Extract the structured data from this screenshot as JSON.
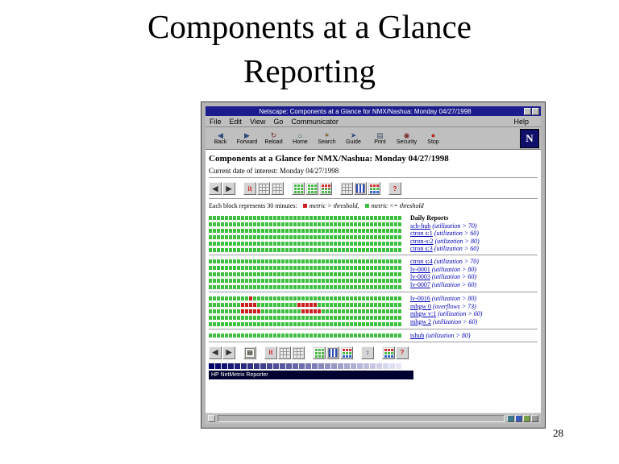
{
  "slide": {
    "title_line1": "Components at a Glance",
    "title_line2": "Reporting",
    "page_number": "28"
  },
  "window": {
    "title": "Netscape: Components at a Glance for NMX/Nashua: Monday 04/27/1998",
    "menu_items": [
      "File",
      "Edit",
      "View",
      "Go",
      "Communicator"
    ],
    "menu_help": "Help",
    "logo_letter": "N",
    "toolbar_buttons": [
      {
        "label": "Back",
        "glyph": "◀",
        "color": "#2d4a7a"
      },
      {
        "label": "Forward",
        "glyph": "▶",
        "color": "#2d4a7a"
      },
      {
        "label": "Reload",
        "glyph": "↻",
        "color": "#7a2d2d"
      },
      {
        "label": "Home",
        "glyph": "⌂",
        "color": "#2d6a3a"
      },
      {
        "label": "Search",
        "glyph": "✶",
        "color": "#7a5a2d"
      },
      {
        "label": "Guide",
        "glyph": "➤",
        "color": "#2d4a7a"
      },
      {
        "label": "Print",
        "glyph": "▤",
        "color": "#44516a"
      },
      {
        "label": "Security",
        "glyph": "◉",
        "color": "#7a2d2d"
      },
      {
        "label": "Stop",
        "glyph": "●",
        "color": "#bb2020"
      }
    ],
    "statusbar_icon_colors": [
      "#3a7a8a",
      "#3a5abb",
      "#7aa04a",
      "#9a9a9a"
    ]
  },
  "page": {
    "heading": "Components at a Glance for NMX/Nashua: Monday 04/27/1998",
    "date_line": "Current date of interest: Monday 04/27/1998",
    "legend_prefix": "Each block represents 30 minutes:",
    "legend_items": [
      {
        "label": "metric > threshold,",
        "color": "#cc2020"
      },
      {
        "label": "metric <= threshold",
        "color": "#3fbf3f"
      }
    ],
    "block_colors": {
      "ok": "#3fbf3f",
      "alert": "#cc2020"
    },
    "icons_top": [
      {
        "name": "prev-day",
        "variant": "arrow",
        "glyph": "◀",
        "color": "#333333"
      },
      {
        "name": "next-day",
        "variant": "arrow",
        "glyph": "▶",
        "color": "#333333"
      },
      {
        "variant": "spacer"
      },
      {
        "name": "today-view",
        "variant": "text",
        "glyph": "it",
        "color": "#cc2020"
      },
      {
        "name": "week-view",
        "variant": "grid-gray"
      },
      {
        "name": "month-view",
        "variant": "grid-gray"
      },
      {
        "variant": "spacer"
      },
      {
        "name": "ok-grid-view",
        "variant": "grid-green"
      },
      {
        "name": "summary-grid-view",
        "variant": "grid-green"
      },
      {
        "name": "alert-grid-view",
        "variant": "grid-red"
      },
      {
        "variant": "spacer"
      },
      {
        "name": "blank-grid-view",
        "variant": "grid-gray"
      },
      {
        "name": "chart-view",
        "variant": "chart"
      },
      {
        "name": "multi-metric-view",
        "variant": "grid-multi"
      },
      {
        "variant": "spacer"
      },
      {
        "name": "help",
        "variant": "text",
        "glyph": "?",
        "color": "#cc2020"
      }
    ],
    "icons_bottom": [
      {
        "name": "prev-day",
        "variant": "arrow",
        "glyph": "◀",
        "color": "#333333"
      },
      {
        "name": "next-day",
        "variant": "arrow",
        "glyph": "▶",
        "color": "#333333"
      },
      {
        "variant": "spacer"
      },
      {
        "name": "report-doc",
        "variant": "doc",
        "glyph": "▤",
        "color": "#444444"
      },
      {
        "variant": "spacer"
      },
      {
        "name": "today-view",
        "variant": "text",
        "glyph": "it",
        "color": "#cc2020"
      },
      {
        "name": "week-view",
        "variant": "grid-gray"
      },
      {
        "name": "month-view",
        "variant": "grid-gray"
      },
      {
        "variant": "spacer"
      },
      {
        "name": "ok-grid-view",
        "variant": "grid-green"
      },
      {
        "name": "chart-view",
        "variant": "chart"
      },
      {
        "name": "multi-metric-view",
        "variant": "grid-multi"
      },
      {
        "variant": "spacer"
      },
      {
        "name": "sort-updown",
        "variant": "text",
        "glyph": "↕",
        "color": "#333399"
      },
      {
        "variant": "spacer"
      },
      {
        "name": "multi-metric-view-2",
        "variant": "grid-multi"
      },
      {
        "name": "help",
        "variant": "text",
        "glyph": "?",
        "color": "#cc2020"
      }
    ],
    "groups": [
      {
        "rows": [
          {
            "blocks": 48,
            "red": []
          },
          {
            "blocks": 48,
            "red": []
          },
          {
            "blocks": 48,
            "red": []
          },
          {
            "blocks": 48,
            "red": []
          },
          {
            "blocks": 48,
            "red": []
          },
          {
            "blocks": 48,
            "red": []
          }
        ],
        "labels": [
          {
            "type": "header",
            "text": "Daily Reports"
          },
          {
            "type": "link",
            "name": "sch-hub",
            "desc": "(utilization > 70)"
          },
          {
            "type": "link",
            "name": "ctron s:1",
            "desc": "(utilization > 60)"
          },
          {
            "type": "link",
            "name": "ctron-s:2",
            "desc": "(utilization > 80)"
          },
          {
            "type": "link",
            "name": "ctron s:3",
            "desc": "(utilization > 60)"
          }
        ]
      },
      {
        "rows": [
          {
            "blocks": 48,
            "red": []
          },
          {
            "blocks": 48,
            "red": []
          },
          {
            "blocks": 48,
            "red": []
          },
          {
            "blocks": 48,
            "red": []
          },
          {
            "blocks": 48,
            "red": []
          }
        ],
        "labels": [
          {
            "type": "link",
            "name": "ctron s:4",
            "desc": "(utilization > 70)"
          },
          {
            "type": "link",
            "name": "lv-0001",
            "desc": "(utilization > 80)"
          },
          {
            "type": "link",
            "name": "lv-0003",
            "desc": "(utilization > 60)"
          },
          {
            "type": "link",
            "name": "lv-0007",
            "desc": "(utilization > 60)"
          }
        ]
      },
      {
        "rows": [
          {
            "blocks": 48,
            "red": [
              [
                10,
                10
              ]
            ]
          },
          {
            "blocks": 48,
            "red": [
              [
                8,
                11
              ],
              [
                22,
                26
              ]
            ]
          },
          {
            "blocks": 48,
            "red": [
              [
                8,
                12
              ],
              [
                23,
                27
              ]
            ]
          },
          {
            "blocks": 48,
            "red": []
          },
          {
            "blocks": 48,
            "red": []
          }
        ],
        "labels": [
          {
            "type": "link",
            "name": "lv-0016",
            "desc": "(utilization > 80)"
          },
          {
            "type": "link",
            "name": "mhgw 0",
            "desc": "(overflows > 73)"
          },
          {
            "type": "link",
            "name": "mhgw v:1",
            "desc": "(utilization > 60)"
          },
          {
            "type": "link",
            "name": "mhgw 2",
            "desc": "(utilization > 60)"
          }
        ]
      },
      {
        "rows": [
          {
            "blocks": 48,
            "red": []
          }
        ],
        "labels": [
          {
            "type": "link",
            "name": "tshub",
            "desc": "(utilization > 80)"
          }
        ]
      }
    ],
    "applet_bar_text": "HP NetMetrix Reporter",
    "progress": {
      "count": 30,
      "start_color": "#000066",
      "end_color": "#e6e6f8"
    }
  }
}
